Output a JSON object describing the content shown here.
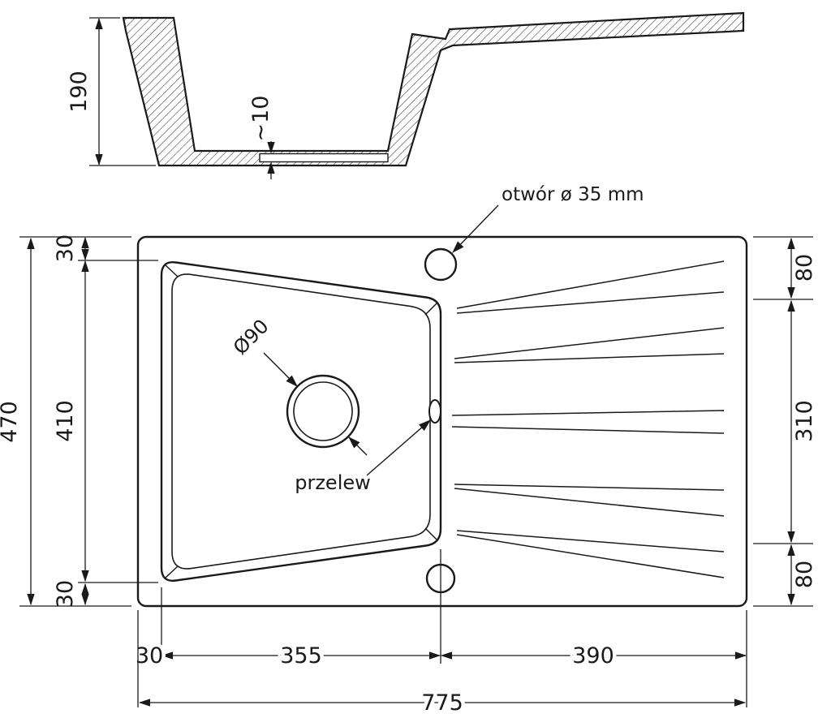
{
  "drawing": {
    "colors": {
      "line": "#1a1a1a",
      "background": "#ffffff"
    },
    "section": {
      "depth_total": "190",
      "floor_offset": "~10"
    },
    "plan": {
      "tap_hole_label": "otwór ø 35 mm",
      "drain_label": "Ø90",
      "overflow_label": "przelew",
      "dim_height_total": "470",
      "dim_left_top": "30",
      "dim_left_mid": "410",
      "dim_left_bottom": "30",
      "dim_right_top": "80",
      "dim_right_mid": "310",
      "dim_right_bottom": "80",
      "dim_bottom_left": "30",
      "dim_bottom_basin": "355",
      "dim_bottom_drainer": "390",
      "dim_width_total": "775"
    }
  }
}
